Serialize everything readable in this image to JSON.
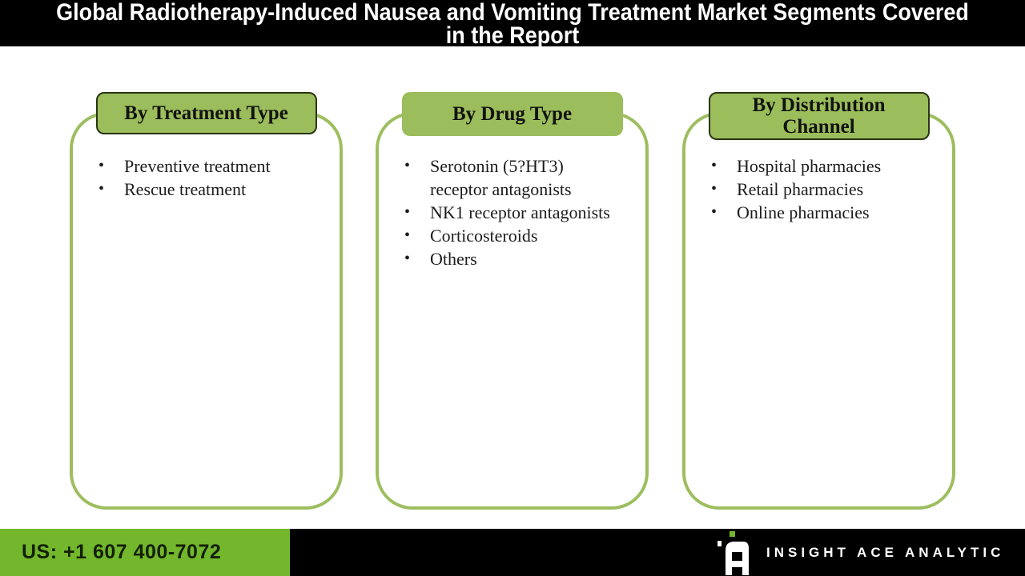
{
  "title": {
    "line1": "Global Radiotherapy-Induced Nausea and Vomiting Treatment Market Segments Covered",
    "line2": "in the Report"
  },
  "segments": [
    {
      "header": "By Treatment Type",
      "header_lines": [
        "By Treatment Type"
      ],
      "items": [
        "Preventive treatment",
        "Rescue treatment"
      ]
    },
    {
      "header": "By Drug Type",
      "header_lines": [
        "By Drug Type"
      ],
      "items": [
        "Serotonin (5?HT3) receptor antagonists",
        "NK1 receptor antagonists",
        "Corticosteroids",
        "Others"
      ]
    },
    {
      "header": "By Distribution Channel",
      "header_lines": [
        "By Distribution",
        "Channel"
      ],
      "items": [
        "Hospital pharmacies",
        "Retail pharmacies",
        "Online pharmacies"
      ]
    }
  ],
  "footer": {
    "phone": "US: +1 607 400-7072",
    "brand": "INSIGHT ACE ANALYTIC"
  },
  "colors": {
    "badge_green": "#9bbd5b",
    "card_border_green": "#9dbe5f",
    "footer_green": "#72b72c",
    "header_black": "#000000",
    "badge_outline": "#2a3414"
  }
}
